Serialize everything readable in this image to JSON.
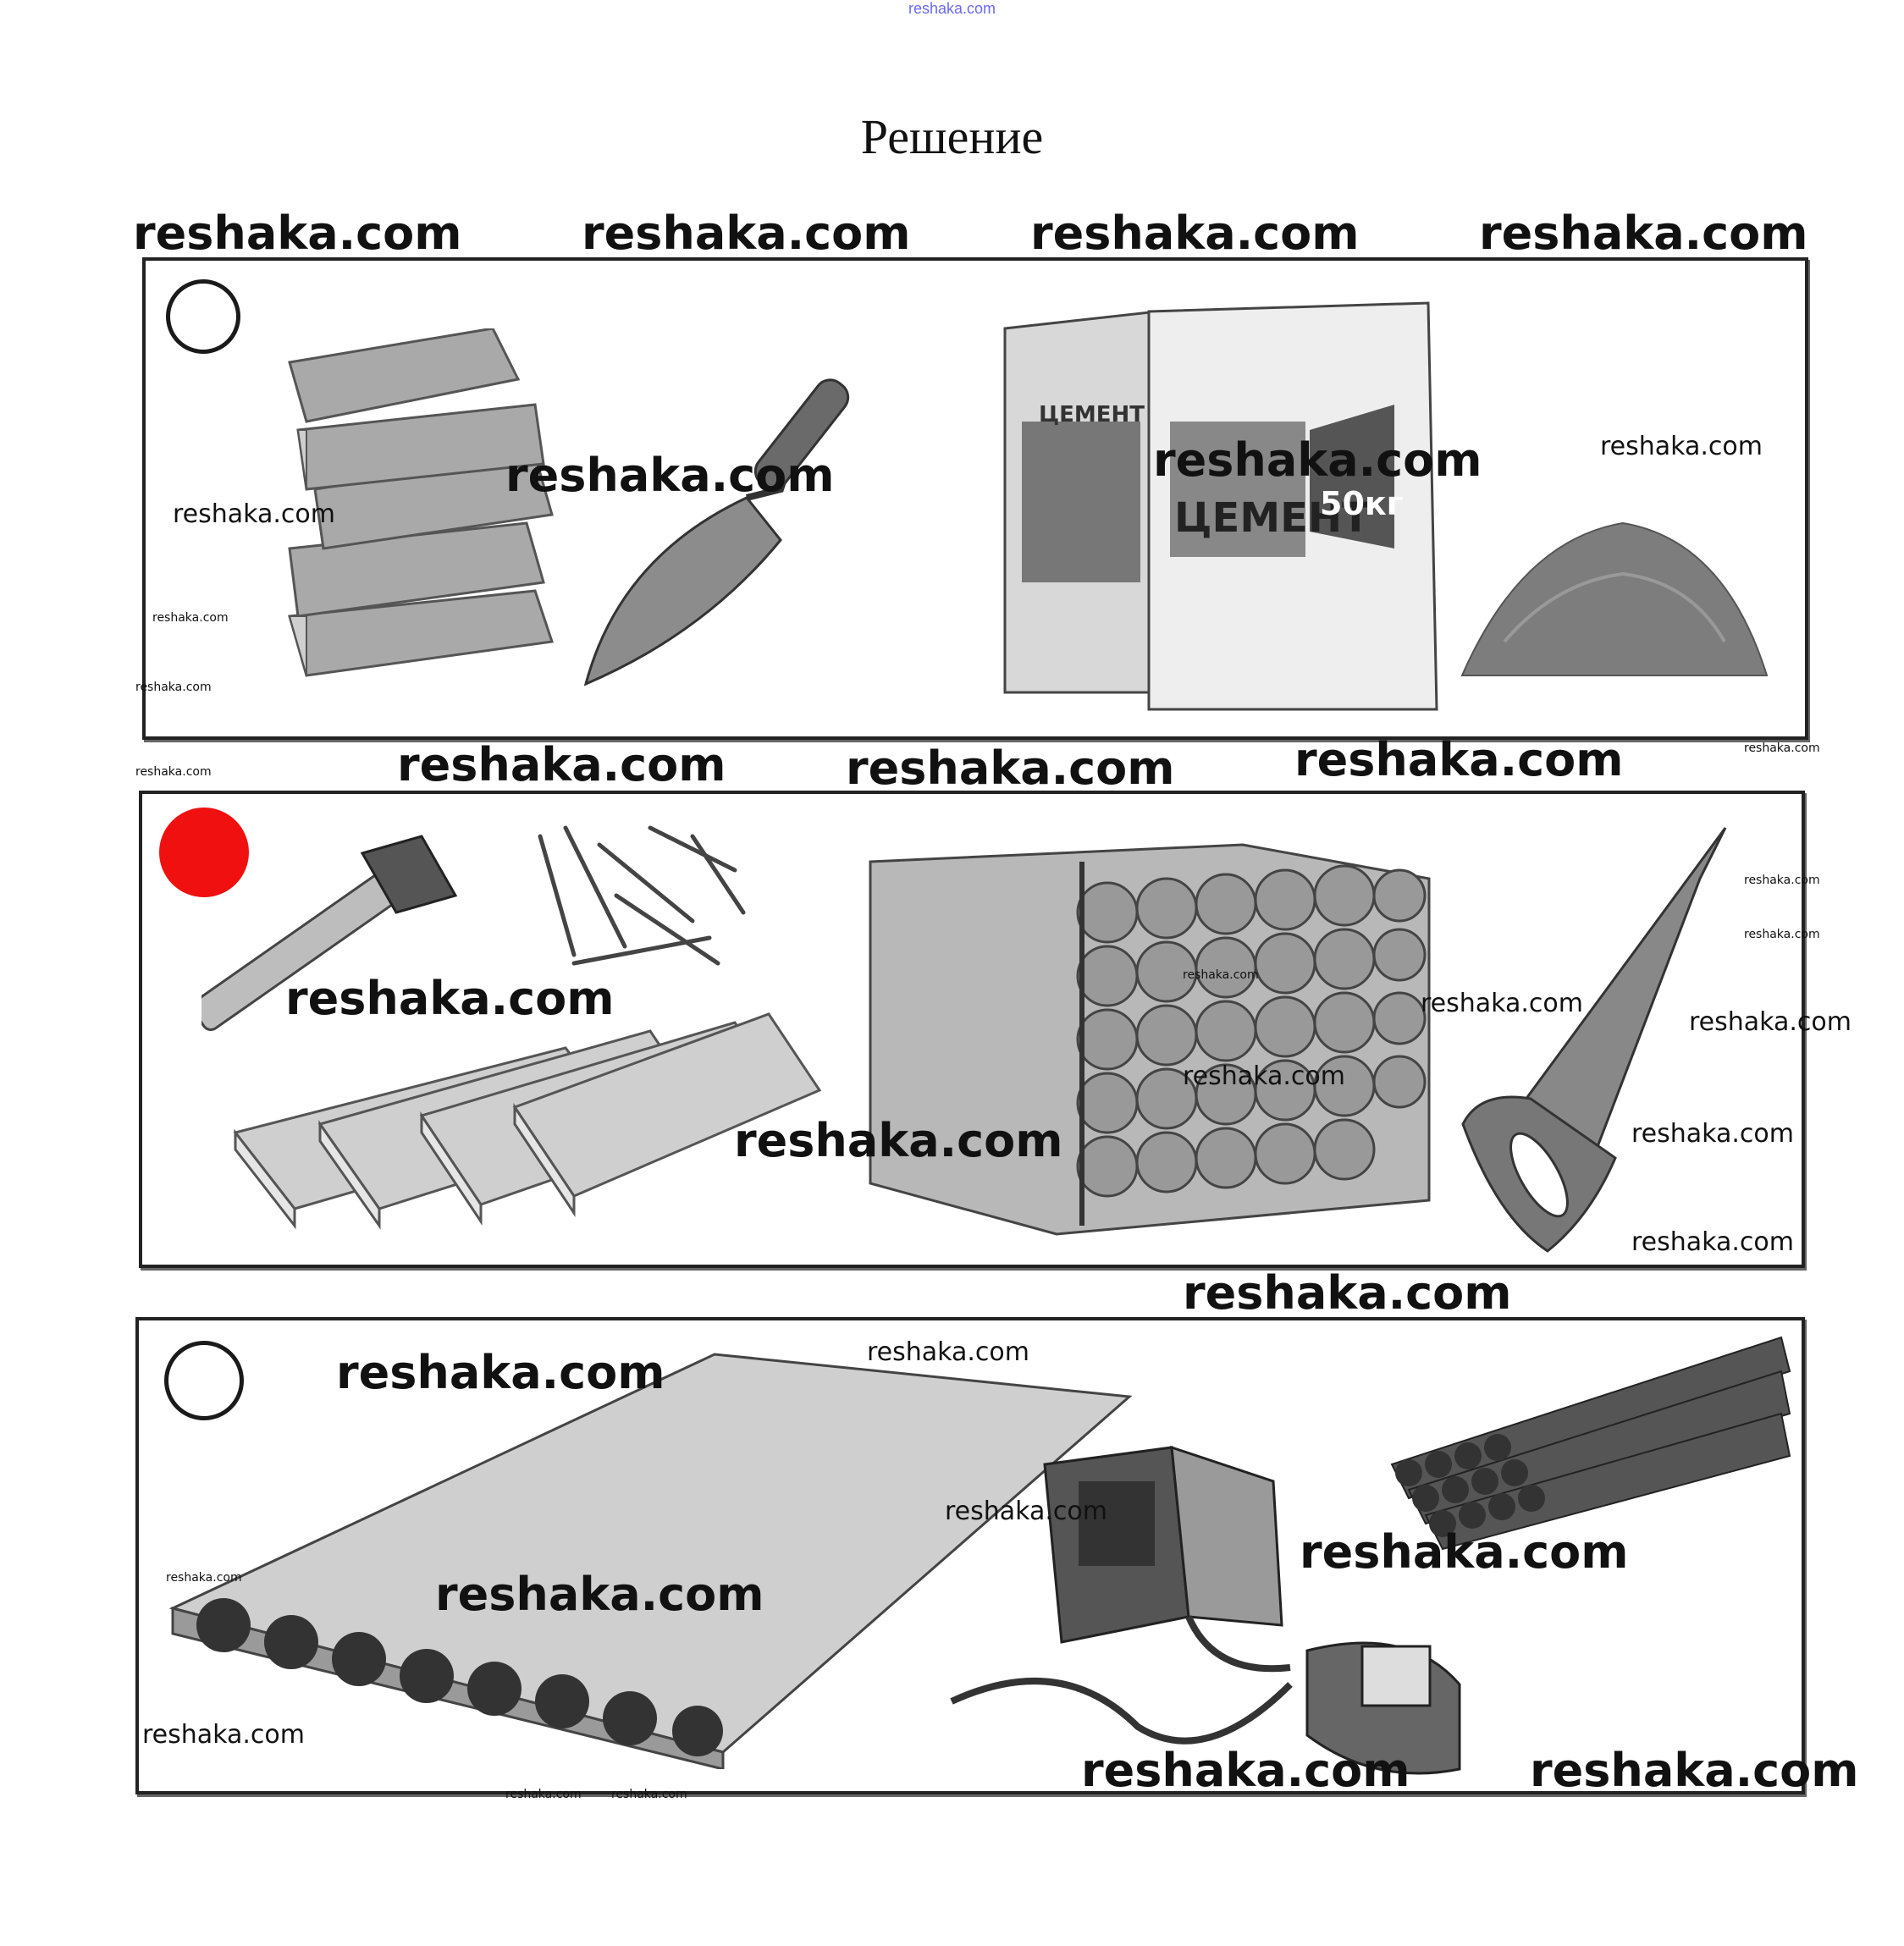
{
  "header": {
    "top_watermark": "reshaka.com",
    "title": "Решение"
  },
  "watermark_text": "reshaka.com",
  "panels": [
    {
      "marker": "empty",
      "items": [
        "bricks",
        "trowel",
        "cement-bags",
        "sand-pile"
      ],
      "cement_bag": {
        "brand": "ЦЕМЕНТ",
        "weight": "50кг"
      }
    },
    {
      "marker": "filled",
      "marker_color": "#f01010",
      "items": [
        "hammer",
        "nails",
        "wooden-boards",
        "log-stack",
        "hand-saw"
      ]
    },
    {
      "marker": "empty",
      "items": [
        "hollow-core-slab",
        "welding-machine",
        "welding-mask",
        "rebar-bundle"
      ]
    }
  ]
}
